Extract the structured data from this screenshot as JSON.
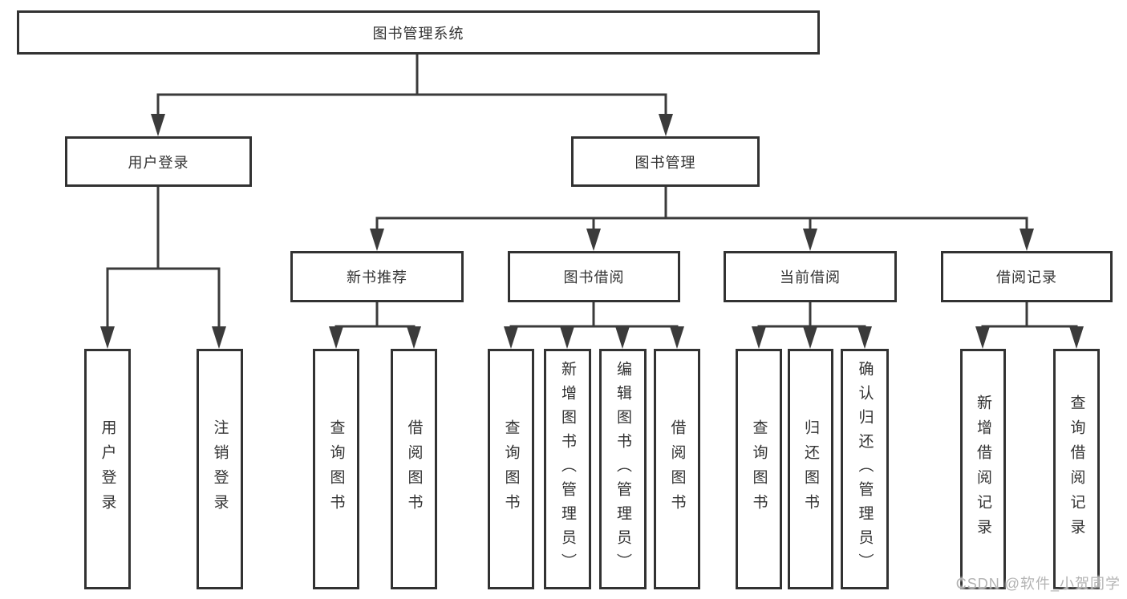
{
  "diagram": {
    "type": "tree",
    "title": "图书管理系统",
    "nodes": {
      "root": "图书管理系统",
      "user_login": "用户登录",
      "book_management": "图书管理",
      "new_book_recommend": "新书推荐",
      "book_borrowing": "图书借阅",
      "current_borrowing": "当前借阅",
      "borrowing_records": "借阅记录",
      "leaf_user_login": "用户登录",
      "leaf_logout": "注销登录",
      "recommend_query_books": "查询图书",
      "recommend_borrow_books": "借阅图书",
      "borrowing_query_books": "查询图书",
      "borrowing_add_books": "新增图书（管理员）",
      "borrowing_edit_books": "编辑图书（管理员）",
      "borrowing_borrow_books": "借阅图书",
      "current_query_books": "查询图书",
      "current_return_books": "归还图书",
      "current_confirm_return": "确认归还（管理员）",
      "records_add_record": "新增借阅记录",
      "records_query_record": "查询借阅记录"
    },
    "hierarchy": {
      "图书管理系统": {
        "用户登录": [
          "用户登录",
          "注销登录"
        ],
        "图书管理": {
          "新书推荐": [
            "查询图书",
            "借阅图书"
          ],
          "图书借阅": [
            "查询图书",
            "新增图书（管理员）",
            "编辑图书（管理员）",
            "借阅图书"
          ],
          "当前借阅": [
            "查询图书",
            "归还图书",
            "确认归还（管理员）"
          ],
          "借阅记录": [
            "新增借阅记录",
            "查询借阅记录"
          ]
        }
      }
    }
  },
  "watermark": {
    "text": "CSDN @软件_小贺同学"
  },
  "colors": {
    "line": "#3b3b3b",
    "box_border": "#323232",
    "text": "#333333",
    "background": "#ffffff",
    "watermark": "#b3b3b3"
  }
}
